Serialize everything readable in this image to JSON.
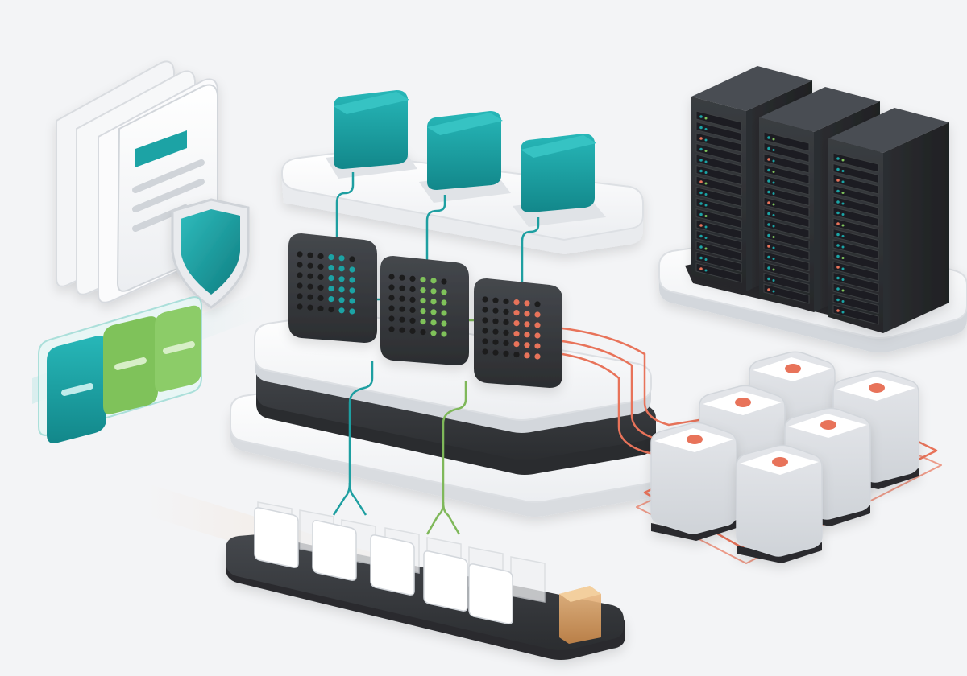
{
  "colors": {
    "background": "#f3f4f6",
    "teal": "#1aa3a5",
    "teal_dark": "#12878a",
    "green": "#7fc25a",
    "orange": "#e8735a",
    "amber": "#e0a15a",
    "dark": "#2e3033",
    "dark_mid": "#3b3e42",
    "white": "#ffffff",
    "light_gray": "#e6e8eb",
    "mid_gray": "#cfd3d8"
  },
  "icons": {
    "document_stack": "document-stack-icon",
    "shield": "shield-icon",
    "server_rack": "server-rack-icon",
    "processing_chip": "processing-chip-icon",
    "container_cube": "container-cube-icon",
    "storage_node": "storage-node-icon"
  },
  "components": {
    "top_cubes": 3,
    "processor_chips": [
      {
        "accent": "teal"
      },
      {
        "accent": "green"
      },
      {
        "accent": "orange"
      }
    ],
    "server_racks": 3,
    "storage_nodes": 6,
    "queue_blocks": 10,
    "pipeline_stages": [
      {
        "accent": "teal"
      },
      {
        "accent": "green"
      },
      {
        "accent": "green"
      }
    ]
  }
}
